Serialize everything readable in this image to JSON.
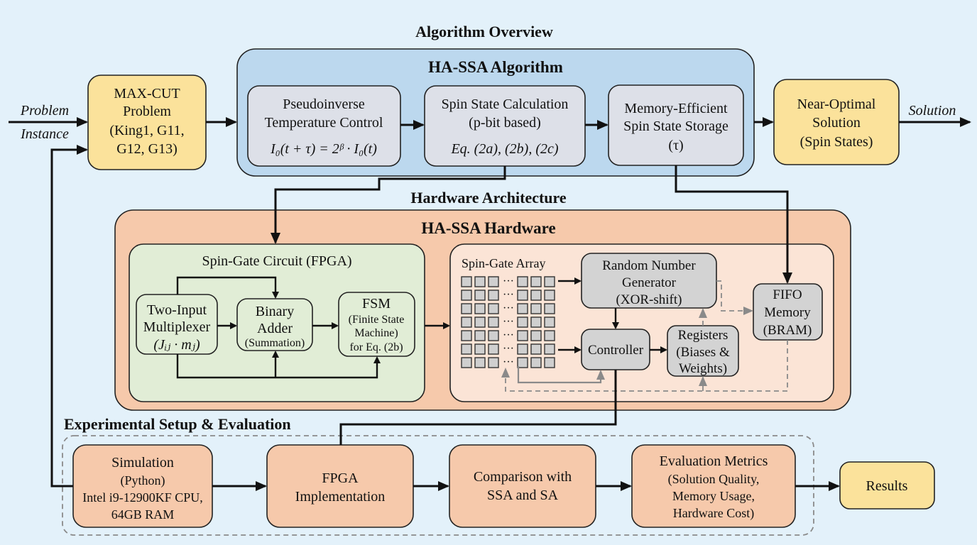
{
  "sections": {
    "algorithm_overview": "Algorithm Overview",
    "hardware_architecture": "Hardware Architecture",
    "experimental_setup": "Experimental Setup & Evaluation"
  },
  "input": {
    "label_line1": "Problem",
    "label_line2": "Instance"
  },
  "problem_box": {
    "lines": [
      "MAX-CUT",
      "Problem",
      "(King1, G11,",
      "G12, G13)"
    ]
  },
  "algorithm": {
    "title": "HA-SSA Algorithm",
    "boxes": [
      {
        "lines": [
          "Pseudoinverse",
          "Temperature Control"
        ],
        "formula": "I₀(t + τ) = 2ᵝ · I₀(t)"
      },
      {
        "lines": [
          "Spin State Calculation",
          "(p-bit based)"
        ],
        "formula": "Eq. (2a), (2b), (2c)"
      },
      {
        "lines": [
          "Memory-Efficient",
          "Spin State Storage",
          "(τ)"
        ]
      }
    ]
  },
  "solution_box": {
    "lines": [
      "Near-Optimal",
      "Solution",
      "(Spin States)"
    ]
  },
  "output": {
    "label": "Solution"
  },
  "hardware": {
    "title": "HA-SSA Hardware",
    "circuit": {
      "title": "Spin-Gate Circuit (FPGA)",
      "mux": {
        "lines": [
          "Two-Input",
          "Multiplexer",
          "(Jᵢⱼ · mⱼ)"
        ]
      },
      "adder": {
        "lines": [
          "Binary",
          "Adder",
          "(Summation)"
        ]
      },
      "fsm": {
        "lines": [
          "FSM",
          "(Finite State",
          "Machine)",
          "for Eq. (2b)"
        ]
      }
    },
    "array": {
      "title": "Spin-Gate Array",
      "ellipsis": "···",
      "rng": {
        "lines": [
          "Random Number",
          "Generator",
          "(XOR-shift)"
        ]
      },
      "controller": {
        "label": "Controller"
      },
      "registers": {
        "lines": [
          "Registers",
          "(Biases &",
          "Weights)"
        ]
      },
      "fifo": {
        "lines": [
          "FIFO",
          "Memory",
          "(BRAM)"
        ]
      }
    }
  },
  "evaluation": {
    "boxes": [
      {
        "lines": [
          "Simulation",
          "(Python)",
          "Intel i9-12900KF CPU,",
          "64GB RAM"
        ]
      },
      {
        "lines": [
          "FPGA",
          "Implementation"
        ]
      },
      {
        "lines": [
          "Comparison with",
          "SSA and SA"
        ]
      },
      {
        "lines": [
          "Evaluation Metrics",
          "(Solution Quality,",
          "Memory Usage,",
          "Hardware Cost)"
        ]
      }
    ],
    "results": {
      "label": "Results"
    }
  },
  "colors": {
    "background": "#e3f1fa",
    "algorithm_panel": "#bcd8ee",
    "process_box": "#dde0e8",
    "io_box": "#fbe29b",
    "hardware_panel": "#f6c9ab",
    "circuit_panel": "#e1edd6",
    "array_panel": "#fbe4d6",
    "hw_block": "#d3d3d3",
    "eval_box": "#f6c9ab"
  }
}
